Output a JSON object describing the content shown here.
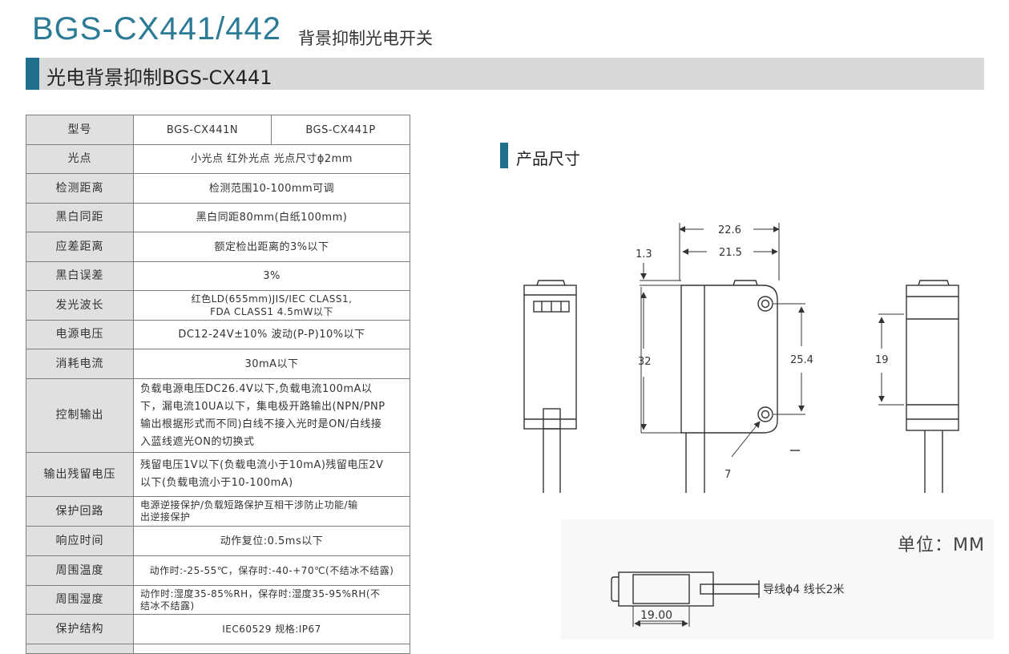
{
  "header": {
    "model_title": "BGS-CX441/442",
    "subtitle": "背景抑制光电开关"
  },
  "section": {
    "title": "光电背景抑制BGS-CX441"
  },
  "spec_table": {
    "model_label": "型号",
    "models": [
      "BGS-CX441N",
      "BGS-CX441P"
    ],
    "rows": [
      {
        "label": "光点",
        "value": "小光点 红外光点 光点尺寸ϕ2mm"
      },
      {
        "label": "检测距离",
        "value": "检测范围10-100mm可调"
      },
      {
        "label": "黑白同距",
        "value": "黑白同距80mm(白纸100mm)"
      },
      {
        "label": "应差距离",
        "value": "额定检出距离的3%以下"
      },
      {
        "label": "黑白误差",
        "value": "3%"
      },
      {
        "label": "发光波长",
        "value_lines": [
          "红色LD(655mm)JIS/IEC CLASS1,",
          "FDA CLASS1  4.5mW以下"
        ]
      },
      {
        "label": "电源电压",
        "value": "DC12-24V±10% 波动(P-P)10%以下"
      },
      {
        "label": "消耗电流",
        "value": "30mA以下"
      },
      {
        "label": "控制输出",
        "value_lines": [
          "负载电源电压DC26.4V以下,负载电流100mA以",
          "下，漏电流10UA以下，集电极开路输出(NPN/PNP",
          "输出根据形式而不同)白线不接入光时是ON/白线接",
          "入蓝线遮光ON的切换式"
        ]
      },
      {
        "label": "输出残留电压",
        "value_lines": [
          "残留电压1V以下(负载电流小于10mA)残留电压2V",
          "以下(负载电流小于10-100mA)"
        ]
      },
      {
        "label": "保护回路",
        "value_lines": [
          "电源逆接保护/负载短路保护互相干涉防止功能/输",
          "出逆接保护"
        ]
      },
      {
        "label": "响应时间",
        "value": "动作复位:0.5ms以下"
      },
      {
        "label": "周围温度",
        "value": "动作时:-25-55℃，保存时:-40-+70℃(不结冰不结露)"
      },
      {
        "label": "周围湿度",
        "value_lines": [
          "动作时:湿度35-85%RH，保存时:湿度35-95%RH(不",
          "结冰不结露)"
        ]
      },
      {
        "label": "保护结构",
        "value": "IEC60529 规格:IP67"
      }
    ]
  },
  "dimensions": {
    "heading": "产品尺寸",
    "labels": {
      "width_outer": "22.6",
      "width_inner": "21.5",
      "offset": "1.3",
      "height": "32",
      "hole_spacing": "25.4",
      "lens_height": "19",
      "hole_mark": "7",
      "cable_length": "19.00",
      "cable_note": "导线ϕ4  线长2米"
    },
    "unit": "单位：MM"
  }
}
